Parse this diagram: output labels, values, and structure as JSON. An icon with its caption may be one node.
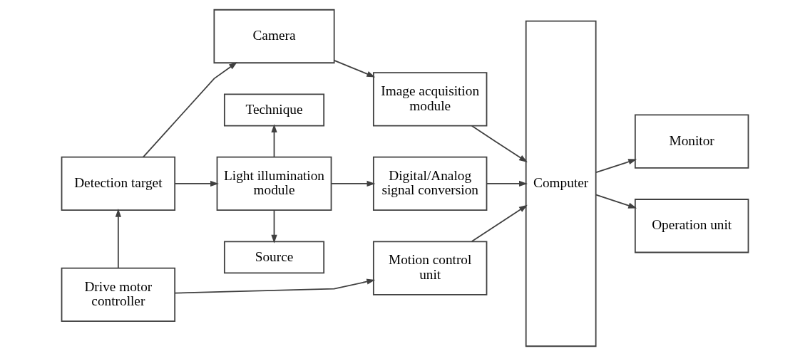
{
  "diagram": {
    "nodes": [
      {
        "text": [
          "Camera"
        ]
      },
      {
        "text": [
          "Image acquisition module"
        ]
      },
      {
        "text": [
          "Computer"
        ]
      },
      {
        "text": [
          "Monitor"
        ]
      },
      {
        "text": [
          "Technique"
        ]
      },
      {
        "text": [
          "Detection target"
        ]
      },
      {
        "text": [
          "Light illumination module"
        ]
      },
      {
        "text": [
          "Digital/Analog signal conversion"
        ]
      },
      {
        "text": [
          "Source"
        ]
      },
      {
        "text": [
          "Drive motor controller"
        ]
      },
      {
        "text": [
          "Motion control unit"
        ]
      },
      {
        "text": [
          "Operation unit"
        ]
      }
    ],
    "edges": [
      {
        "from": 5,
        "to": 0,
        "arrow": "to"
      },
      {
        "from": 0,
        "to": 1,
        "arrow": "to"
      },
      {
        "from": 1,
        "to": 2,
        "arrow": "to"
      },
      {
        "from": 2,
        "to": 3,
        "arrow": "to"
      },
      {
        "from": 6,
        "to": 4,
        "arrow": "to"
      },
      {
        "from": 5,
        "to": 6,
        "arrow": "to"
      },
      {
        "from": 6,
        "to": 7,
        "arrow": "to"
      },
      {
        "from": 7,
        "to": 2,
        "arrow": "to"
      },
      {
        "from": 6,
        "to": 8,
        "arrow": "to"
      },
      {
        "from": 9,
        "to": 5,
        "arrow": "to"
      },
      {
        "from": 9,
        "to": 10,
        "arrow": "to"
      },
      {
        "from": 10,
        "to": 2,
        "arrow": "to"
      },
      {
        "from": 2,
        "to": 11,
        "arrow": "to"
      }
    ]
  }
}
